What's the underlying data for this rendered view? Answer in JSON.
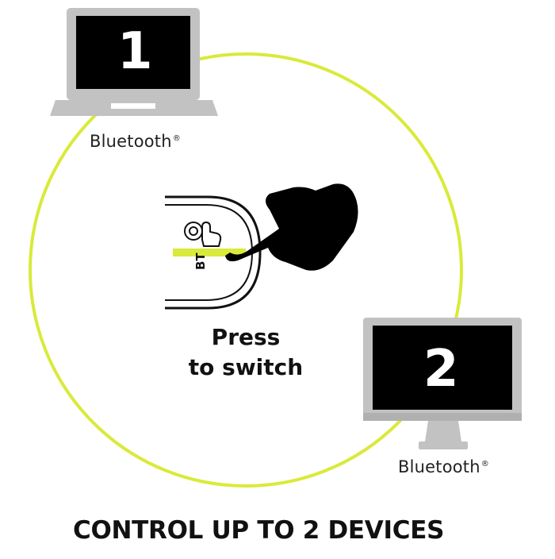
{
  "devices": [
    {
      "number": "1",
      "label": "Bluetooth",
      "mark": "®",
      "icon": "laptop-icon"
    },
    {
      "number": "2",
      "label": "Bluetooth",
      "mark": "®",
      "icon": "desktop-monitor-icon"
    }
  ],
  "switch": {
    "button_label": "BT",
    "instruction_line1": "Press",
    "instruction_line2": "to switch"
  },
  "headline": "CONTROL UP TO 2 DEVICES",
  "colors": {
    "accent": "#d9ea3a",
    "device_frame": "#c0c0c0",
    "screen": "#000000",
    "ink": "#111111"
  }
}
